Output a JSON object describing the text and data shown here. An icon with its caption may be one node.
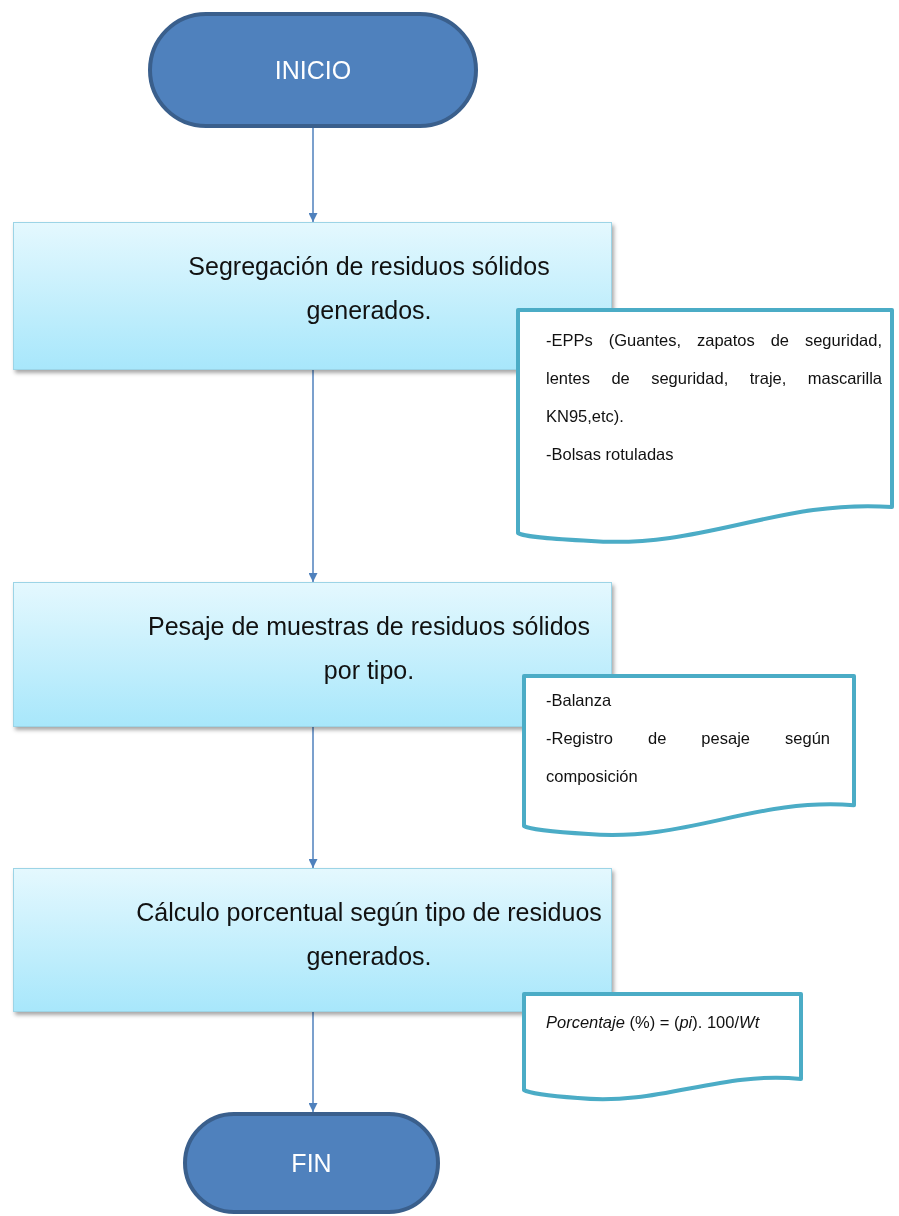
{
  "diagram": {
    "nodes": [
      {
        "text": [
          "INICIO"
        ]
      },
      {
        "text": [
          "Segregación de residuos sólidos generados."
        ]
      },
      {
        "text": [
          "-EPPs (Guantes, zapatos de seguridad, lentes de seguridad, traje, mascarilla KN95,etc).",
          "-Bolsas rotuladas"
        ]
      },
      {
        "text": [
          "Pesaje de muestras de residuos sólidos por tipo."
        ]
      },
      {
        "text": [
          "-Balanza",
          "-Registro de pesaje según composición"
        ]
      },
      {
        "text": [
          "Cálculo porcentual según tipo de residuos generados."
        ]
      },
      {
        "text": [
          "*Porcentaje* (%) = (*pi*). 100/*Wt*"
        ]
      },
      {
        "text": [
          "FIN"
        ]
      }
    ],
    "edges": [
      {
        "from": 0,
        "to": 1,
        "arrow": "to"
      },
      {
        "from": 1,
        "to": 3,
        "arrow": "to"
      },
      {
        "from": 3,
        "to": 5,
        "arrow": "to"
      },
      {
        "from": 5,
        "to": 7,
        "arrow": "to"
      }
    ]
  }
}
